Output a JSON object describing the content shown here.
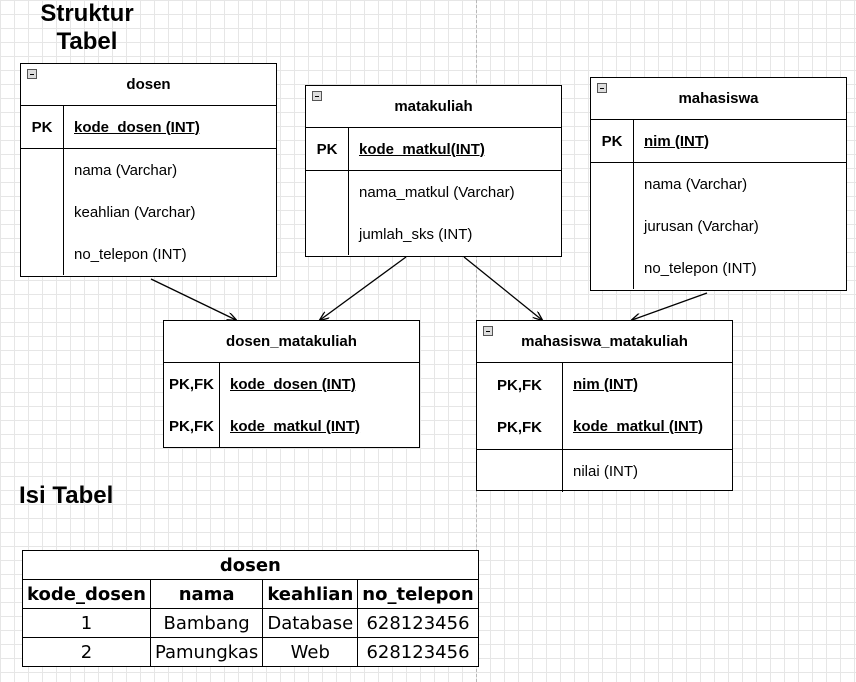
{
  "titles": {
    "struktur_line1": "Struktur",
    "struktur_line2": "Tabel",
    "isi": "Isi Tabel"
  },
  "entities": {
    "dosen": {
      "name": "dosen",
      "pk_label": "PK",
      "pk_field": "kode_dosen (INT)",
      "attributes": [
        "nama (Varchar)",
        "keahlian (Varchar)",
        "no_telepon (INT)"
      ]
    },
    "matakuliah": {
      "name": "matakuliah",
      "pk_label": "PK",
      "pk_field": "kode_matkul(INT)",
      "attributes": [
        "nama_matkul (Varchar)",
        "jumlah_sks (INT)"
      ]
    },
    "mahasiswa": {
      "name": "mahasiswa",
      "pk_label": "PK",
      "pk_field": "nim (INT)",
      "attributes": [
        "nama (Varchar)",
        "jurusan (Varchar)",
        "no_telepon (INT)"
      ]
    },
    "dosen_matakuliah": {
      "name": "dosen_matakuliah",
      "keys": [
        {
          "label": "PK,FK",
          "field": "kode_dosen (INT)"
        },
        {
          "label": "PK,FK",
          "field": "kode_matkul (INT)"
        }
      ]
    },
    "mahasiswa_matakuliah": {
      "name": "mahasiswa_matakuliah",
      "keys": [
        {
          "label": "PK,FK",
          "field": "nim (INT)"
        },
        {
          "label": "PK,FK",
          "field": "kode_matkul (INT)"
        }
      ],
      "attributes": [
        "nilai (INT)"
      ]
    }
  },
  "data_table": {
    "caption": "dosen",
    "headers": [
      "kode_dosen",
      "nama",
      "keahlian",
      "no_telepon"
    ],
    "rows": [
      [
        "1",
        "Bambang",
        "Database",
        "628123456"
      ],
      [
        "2",
        "Pamungkas",
        "Web",
        "628123456"
      ]
    ]
  }
}
